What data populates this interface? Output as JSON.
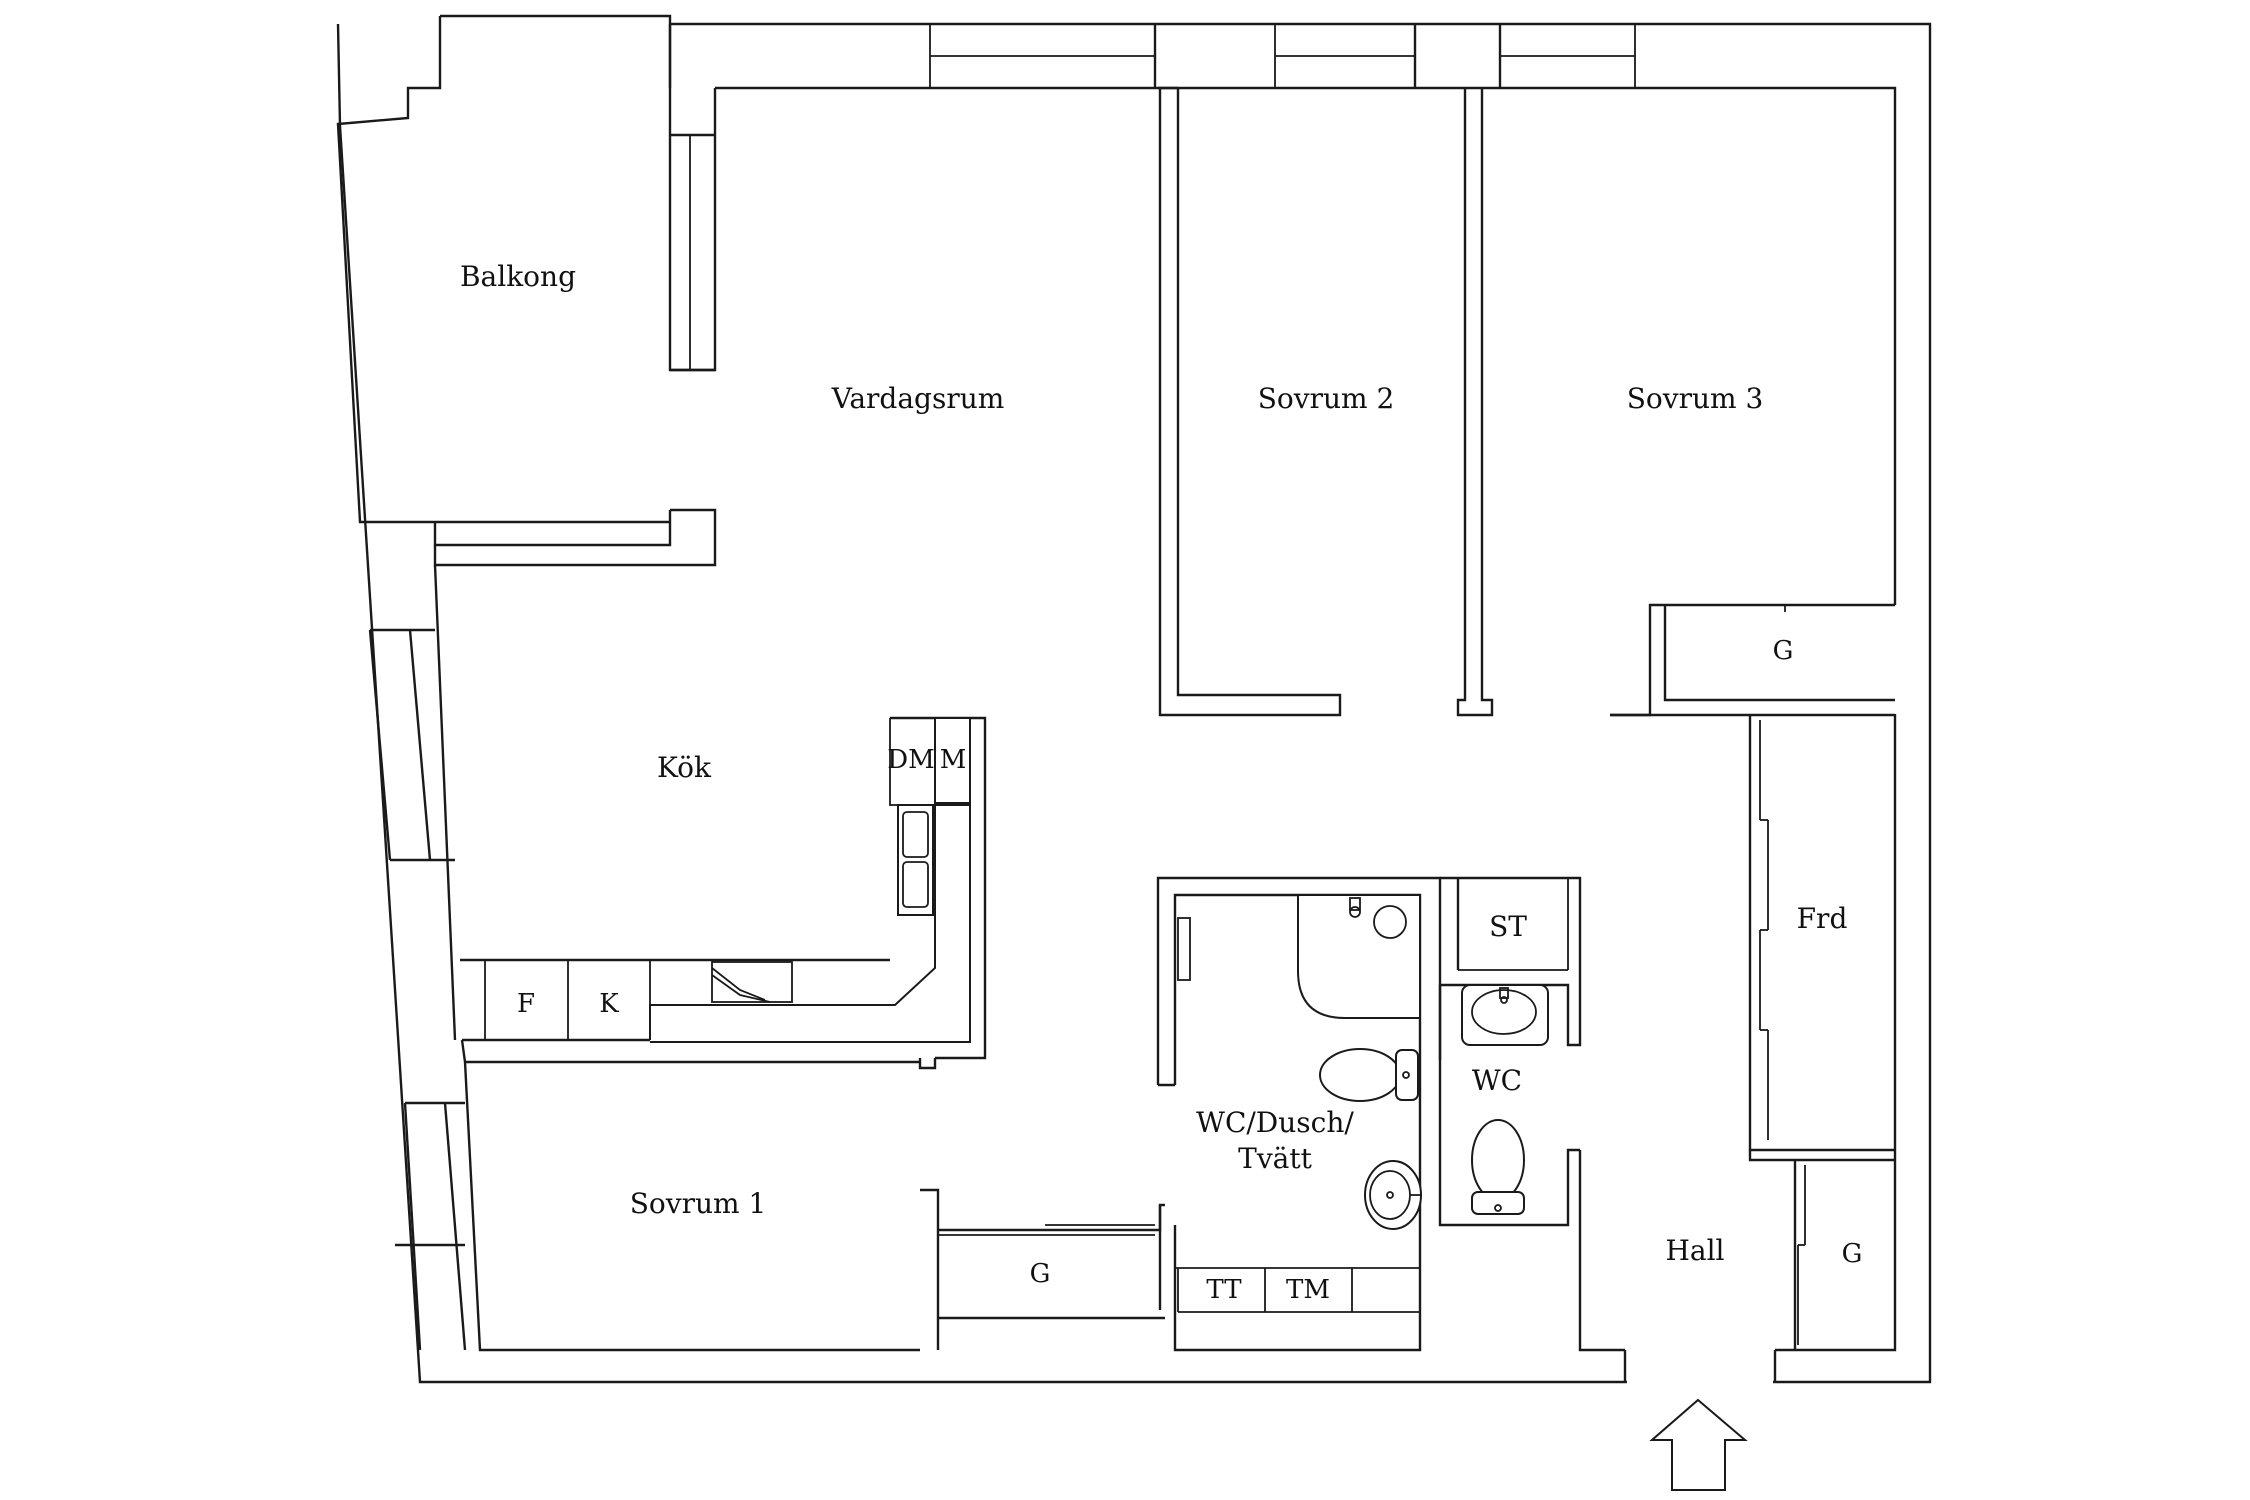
{
  "rooms": {
    "balkong": "Balkong",
    "vardagsrum": "Vardagsrum",
    "sovrum2": "Sovrum 2",
    "sovrum3": "Sovrum 3",
    "kok": "Kök",
    "sovrum1": "Sovrum 1",
    "wc_dusch_line1": "WC/Dusch/",
    "wc_dusch_line2": "Tvätt",
    "wc": "WC",
    "hall": "Hall",
    "frd": "Frd",
    "st": "ST"
  },
  "fixtures": {
    "dm": "DM",
    "m": "M",
    "f": "F",
    "k": "K",
    "tt": "TT",
    "tm": "TM",
    "g_bedroom3": "G",
    "g_bedroom1": "G",
    "g_hall": "G"
  },
  "entrance": {
    "icon": "entrance-arrow-icon"
  }
}
